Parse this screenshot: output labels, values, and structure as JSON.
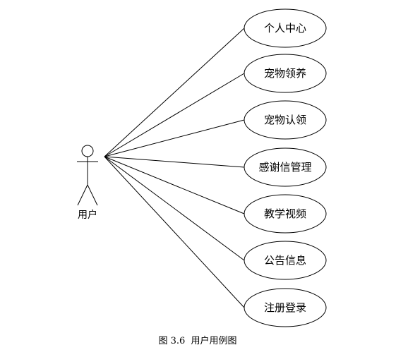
{
  "actor": {
    "label": "用户"
  },
  "use_cases": [
    {
      "label": "个人中心"
    },
    {
      "label": "宠物领养"
    },
    {
      "label": "宠物认领"
    },
    {
      "label": "感谢信管理"
    },
    {
      "label": "教学视频"
    },
    {
      "label": "公告信息"
    },
    {
      "label": "注册登录"
    }
  ],
  "caption": "图 3.6  用户用例图"
}
